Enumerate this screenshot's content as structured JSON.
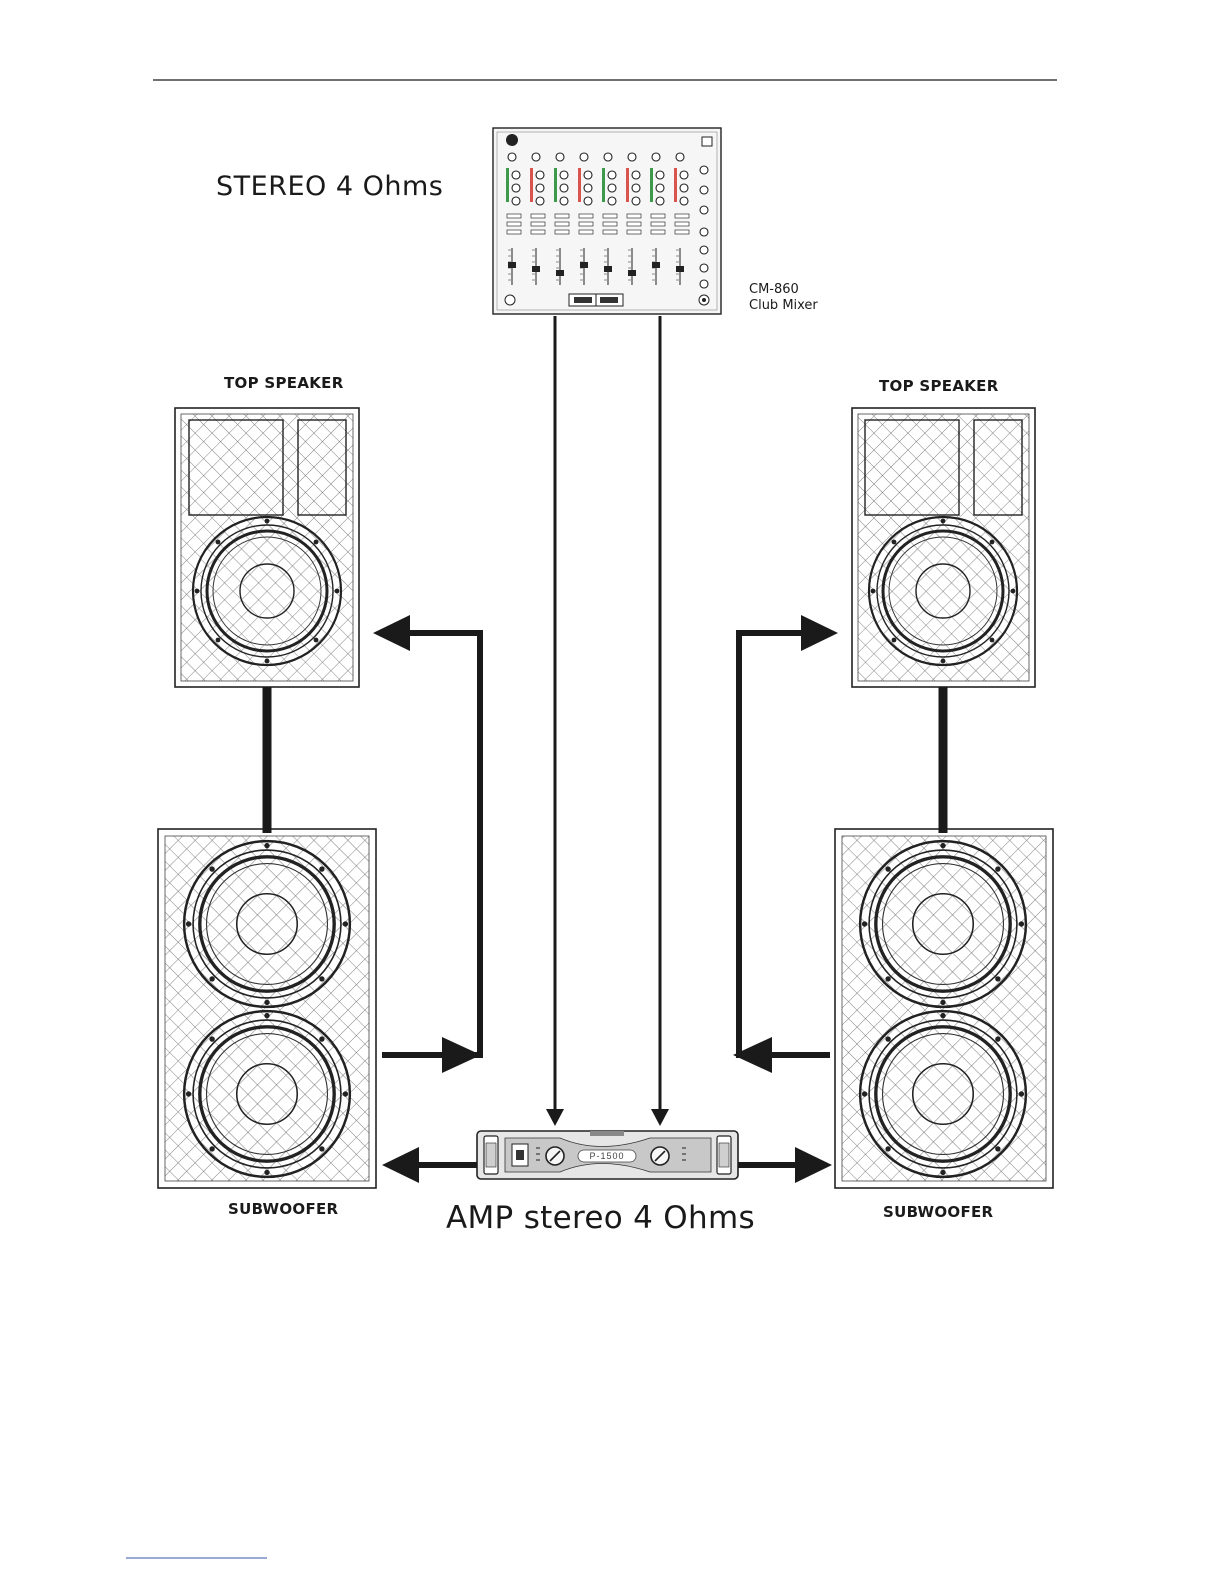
{
  "diagram": {
    "title": "STEREO 4 Ohms",
    "mixer_model": "CM-860",
    "mixer_name": "Club Mixer",
    "left_top_label": "TOP SPEAKER",
    "right_top_label": "TOP SPEAKER",
    "left_sub_label": "SUBWOOFER",
    "right_sub_label": "SUBWOOFER",
    "amp_title": "AMP stereo 4 Ohms",
    "amp_model": "P-1500"
  },
  "colors": {
    "line": "#1a1a1a",
    "mesh": "#555555",
    "panel": "#f2f2f2",
    "amp_face": "#d6d6d6"
  },
  "icons": {
    "arrow": "arrow-head-icon",
    "speaker": "speaker-cabinet-icon",
    "mixer": "mixer-icon",
    "amplifier": "amplifier-icon"
  }
}
